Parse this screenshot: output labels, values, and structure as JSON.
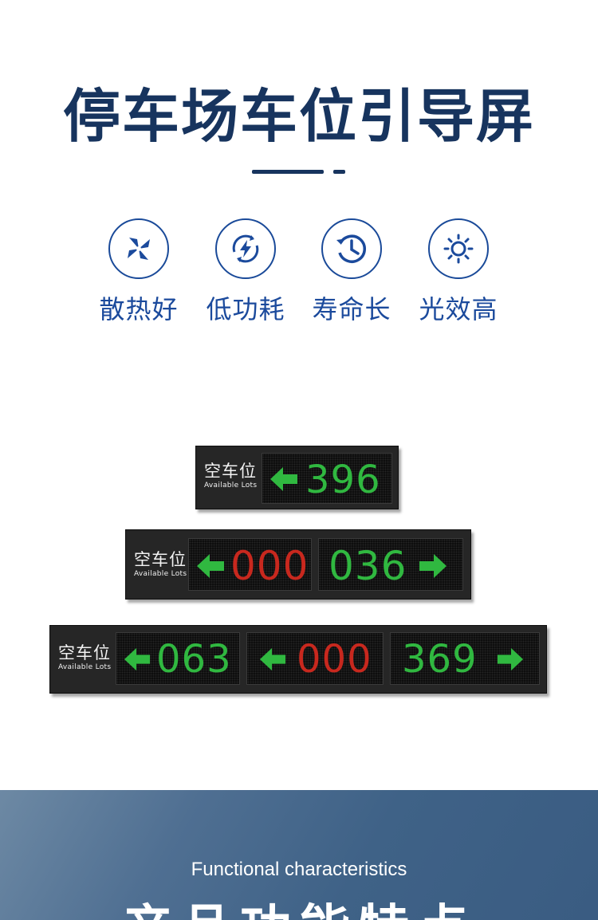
{
  "header": {
    "title": "停车场车位引导屏"
  },
  "features": [
    {
      "icon": "fan-icon",
      "label": "散热好"
    },
    {
      "icon": "lightning-cycle-icon",
      "label": "低功耗"
    },
    {
      "icon": "clock-icon",
      "label": "寿命长"
    },
    {
      "icon": "sun-icon",
      "label": "光效高"
    }
  ],
  "screens": {
    "label_cn": "空车位",
    "label_en": "Available Lots",
    "small": {
      "panels": [
        {
          "arrow": "left",
          "value": "396",
          "color": "green"
        }
      ]
    },
    "medium": {
      "panels": [
        {
          "arrow": "left",
          "value": "000",
          "color": "red"
        },
        {
          "arrow": "right",
          "value": "036",
          "color": "green"
        }
      ]
    },
    "large": {
      "panels": [
        {
          "arrow": "left",
          "value": "063",
          "color": "green"
        },
        {
          "arrow": "left",
          "value": "000",
          "color": "red"
        },
        {
          "arrow": "right",
          "value": "369",
          "color": "green"
        }
      ]
    }
  },
  "colors": {
    "title": "#17345e",
    "icon_blue": "#1b4a9c",
    "led_green": "#30b840",
    "led_red": "#c8281e",
    "banner": "#3f6287"
  },
  "section": {
    "subtitle": "Functional characteristics",
    "title": "产品功能特点"
  }
}
